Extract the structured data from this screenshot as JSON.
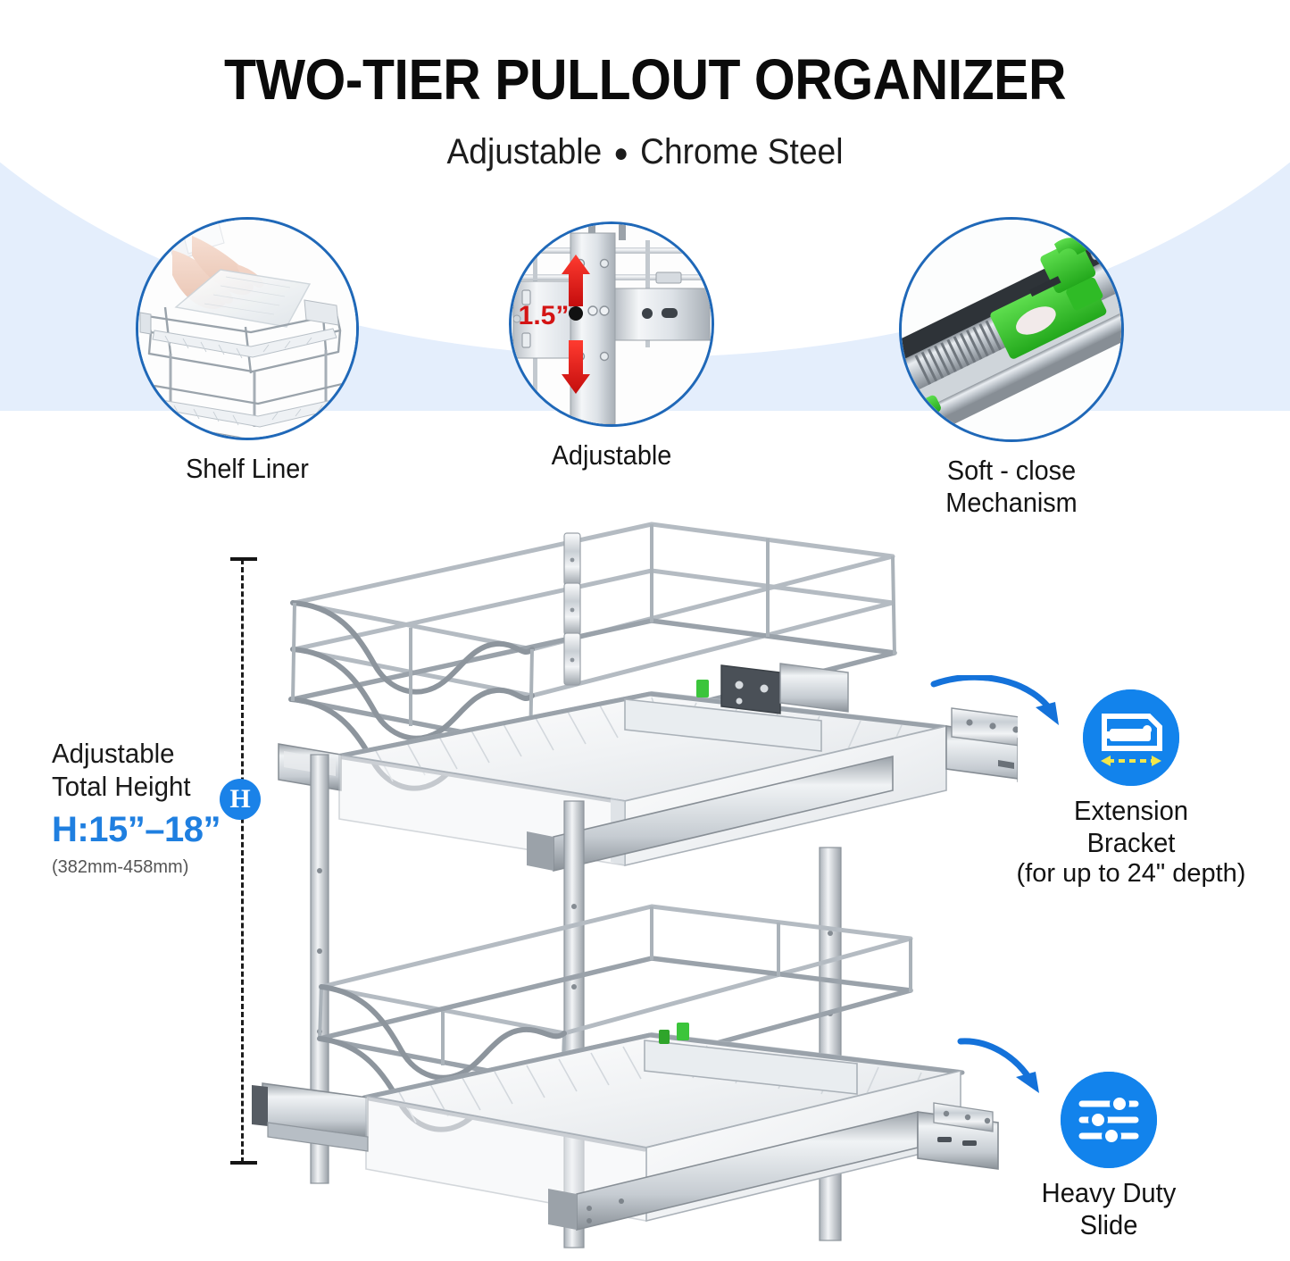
{
  "header": {
    "title": "TWO-TIER PULLOUT ORGANIZER",
    "subtitle_left": "Adjustable",
    "subtitle_dot": "●",
    "subtitle_right": "Chrome Steel"
  },
  "features": [
    {
      "id": "shelf-liner",
      "label": "Shelf Liner",
      "icon": "hands-placing-liner-photo"
    },
    {
      "id": "adjustable",
      "label": "Adjustable",
      "icon": "red-double-arrow-photo",
      "badge": "1.5”"
    },
    {
      "id": "soft-close",
      "label": "Soft - close\nMechanism",
      "icon": "green-soft-close-slide-photo"
    }
  ],
  "dimension": {
    "label": "Adjustable\nTotal Height",
    "value": "H:15”–18”",
    "metric": "(382mm-458mm)",
    "badge": "H"
  },
  "callouts": [
    {
      "id": "extension-bracket",
      "icon": "extension-bracket-icon",
      "label": "Extension\nBracket",
      "sublabel": "(for up to 24\" depth)"
    },
    {
      "id": "heavy-duty-slide",
      "icon": "sliders-icon",
      "label": "Heavy Duty\nSlide",
      "sublabel": ""
    }
  ],
  "product": {
    "name": "two-tier-chrome-pullout-basket-organizer"
  },
  "colors": {
    "header_bg": "#e4eefc",
    "accent_blue": "#1f7fe0",
    "icon_blue": "#1283ec",
    "ring_blue": "#1f68b8",
    "arrow_red": "#e01b1b",
    "soft_close_green": "#3ec43e",
    "dash_yellow": "#f2e74b",
    "text_dark": "#131313"
  }
}
